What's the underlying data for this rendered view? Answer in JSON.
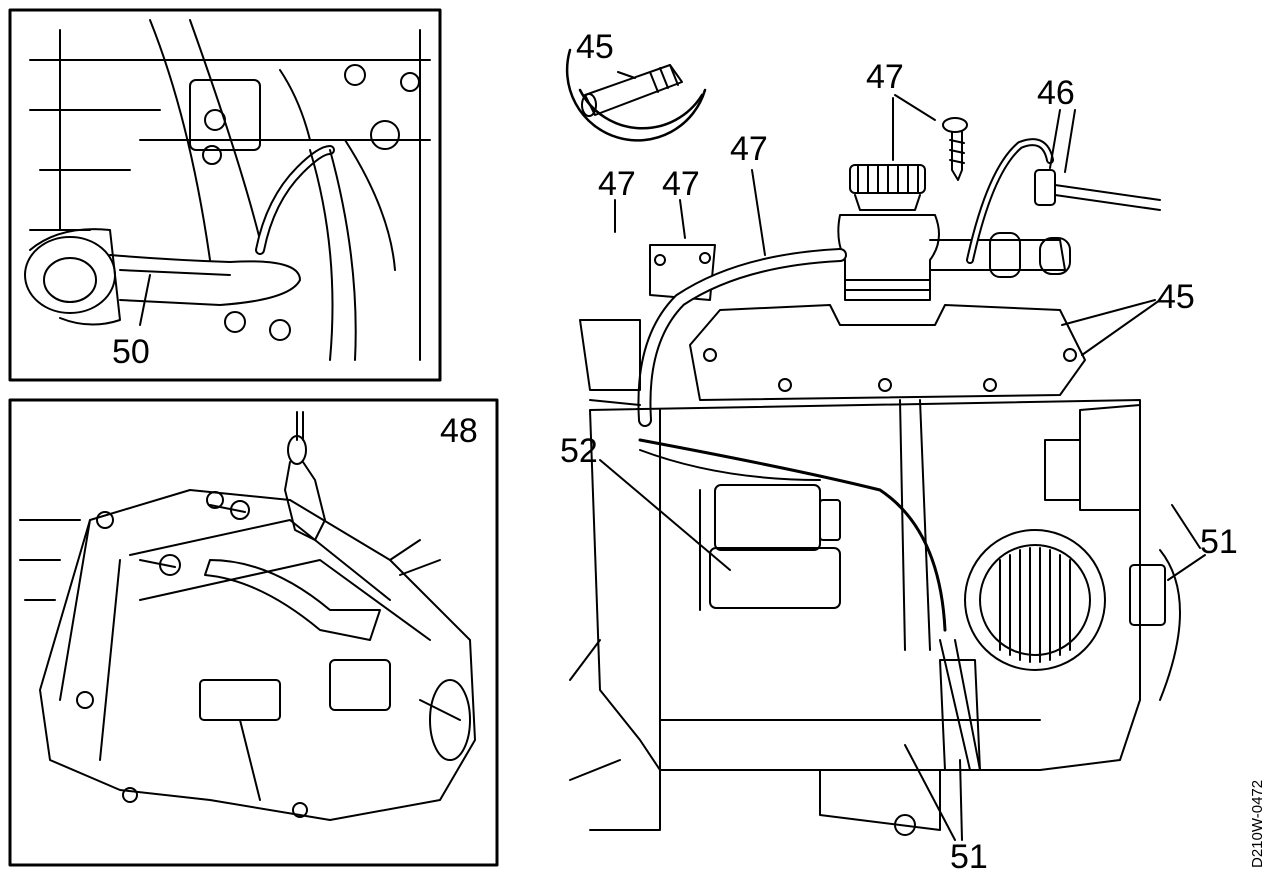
{
  "panels": {
    "top_left": {
      "callouts": [
        "50"
      ]
    },
    "bottom_left": {
      "callouts": [
        "48"
      ]
    },
    "inset": {
      "callouts": [
        "45"
      ]
    },
    "main": {
      "callouts": {
        "c47_top": "47",
        "c46": "46",
        "c47_left": "47",
        "c47_mid": "47",
        "c47_hose": "47",
        "c45_right": "45",
        "c52": "52",
        "c51_right": "51",
        "c51_bottom": "51"
      }
    }
  },
  "document_code": "D210W-0472"
}
